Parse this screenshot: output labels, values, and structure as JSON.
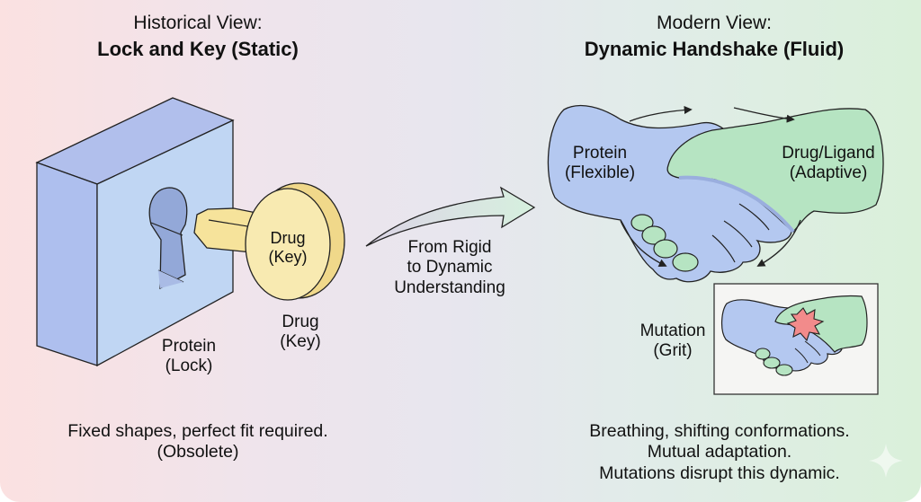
{
  "left_panel": {
    "subtitle": "Historical View:",
    "title": "Lock and Key (Static)",
    "lock_label_line1": "Protein",
    "lock_label_line2": "(Lock)",
    "key_inner_label_line1": "Drug",
    "key_inner_label_line2": "(Key)",
    "key_label_line1": "Drug",
    "key_label_line2": "(Key)",
    "caption_line1": "Fixed shapes, perfect fit required.",
    "caption_line2": "(Obsolete)"
  },
  "transition": {
    "line1": "From Rigid",
    "line2": "to Dynamic",
    "line3": "Understanding"
  },
  "right_panel": {
    "subtitle": "Modern View:",
    "title": "Dynamic Handshake (Fluid)",
    "protein_label_line1": "Protein",
    "protein_label_line2": "(Flexible)",
    "drug_label_line1": "Drug/Ligand",
    "drug_label_line2": "(Adaptive)",
    "mutation_label_line1": "Mutation",
    "mutation_label_line2": "(Grit)",
    "caption_line1": "Breathing, shifting conformations.",
    "caption_line2": "Mutual adaptation.",
    "caption_line3": "Mutations disrupt this dynamic."
  },
  "colors": {
    "protein_blue": "#b4c8f0",
    "protein_blue_dark": "#9aaede",
    "key_yellow": "#f7e6a3",
    "ligand_green": "#b6e4c2",
    "mutation_red": "#f28b8b",
    "outline": "#222222"
  }
}
